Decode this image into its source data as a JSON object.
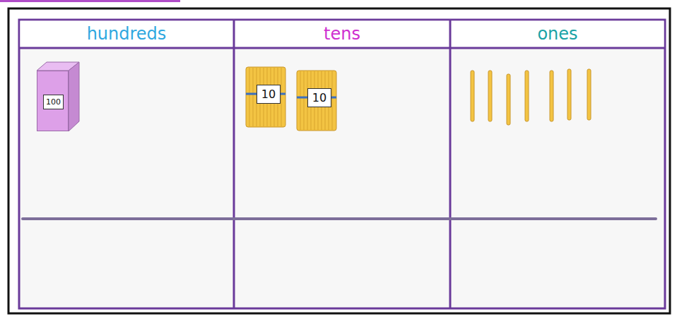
{
  "diagram": {
    "nodes": [
      {
        "text": [
          "hundreds"
        ]
      },
      {
        "text": [
          "tens"
        ]
      },
      {
        "text": [
          "ones"
        ]
      },
      {
        "text": [
          "100"
        ]
      },
      {
        "text": [
          "10"
        ]
      },
      {
        "text": [
          "10"
        ]
      }
    ]
  }
}
